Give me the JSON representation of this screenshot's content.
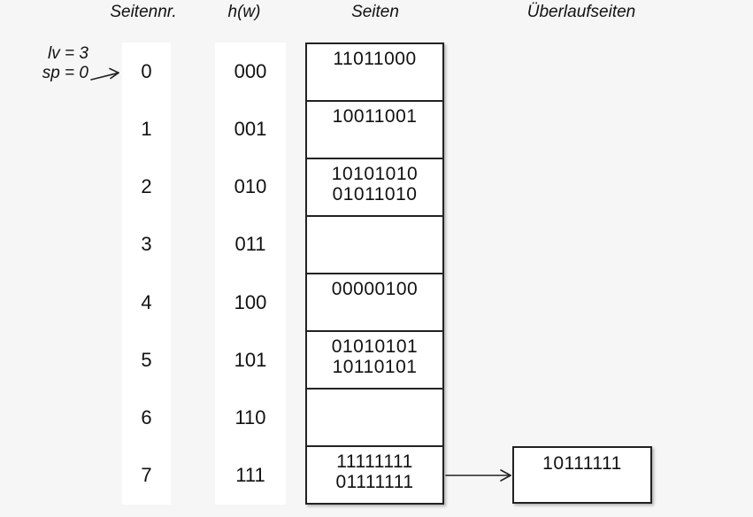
{
  "diagram_title": "linear-hashing-structure",
  "headers": {
    "page_number": "Seitennr.",
    "hash_function": "h(w)",
    "pages": "Seiten",
    "overflow_pages": "Überlaufseiten"
  },
  "annotation": {
    "line1": "lv = 3",
    "line2": "sp = 0"
  },
  "rows": [
    {
      "nr": "0",
      "hw": "000",
      "entries": [
        "11011000"
      ]
    },
    {
      "nr": "1",
      "hw": "001",
      "entries": [
        "10011001"
      ]
    },
    {
      "nr": "2",
      "hw": "010",
      "entries": [
        "10101010",
        "01011010"
      ]
    },
    {
      "nr": "3",
      "hw": "011",
      "entries": []
    },
    {
      "nr": "4",
      "hw": "100",
      "entries": [
        "00000100"
      ]
    },
    {
      "nr": "5",
      "hw": "101",
      "entries": [
        "01010101",
        "10110101"
      ]
    },
    {
      "nr": "6",
      "hw": "110",
      "entries": []
    },
    {
      "nr": "7",
      "hw": "111",
      "entries": [
        "11111111",
        "01111111"
      ]
    }
  ],
  "overflow": {
    "linked_from_row": "7",
    "entries": [
      "10111111"
    ]
  },
  "colors": {
    "background": "#f6f6f6",
    "panel": "#ffffff",
    "border": "#222222",
    "text": "#111111"
  }
}
